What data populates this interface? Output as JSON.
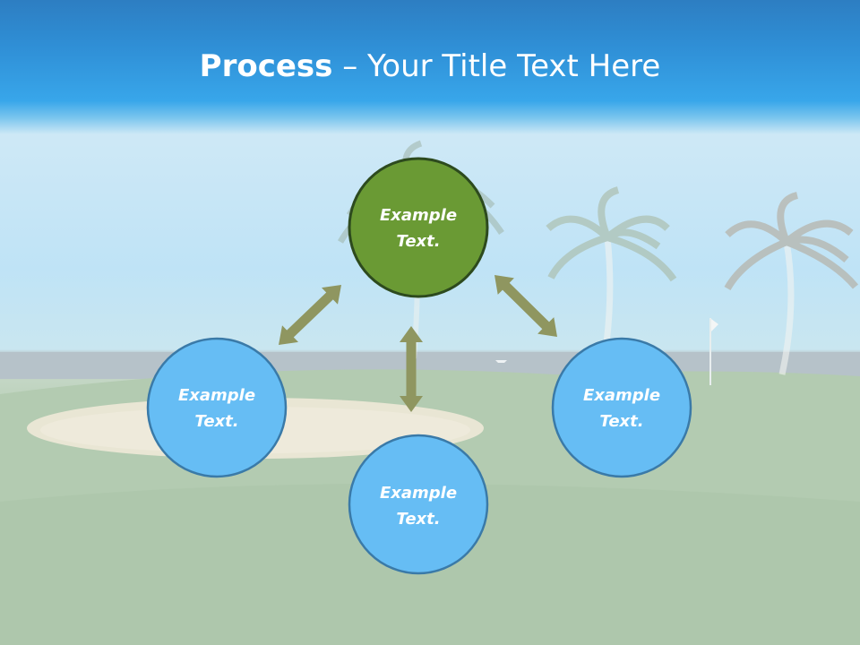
{
  "slide": {
    "title_bold": "Process",
    "title_dash": " – ",
    "title_rest": "Your Title Text Here"
  },
  "colors": {
    "title_bar": "#2f8fd6",
    "center_node": "#6a9a34",
    "center_border": "#2d4a1e",
    "outer_node": "#66bdf4",
    "outer_border": "#3a7aa8",
    "arrow": "#8f9660"
  },
  "nodes": {
    "center": {
      "line1": "Example",
      "line2": "Text."
    },
    "left": {
      "line1": "Example",
      "line2": "Text."
    },
    "bottom": {
      "line1": "Example",
      "line2": "Text."
    },
    "right": {
      "line1": "Example",
      "line2": "Text."
    }
  },
  "arrows": [
    "double-arrow",
    "double-arrow",
    "double-arrow"
  ]
}
